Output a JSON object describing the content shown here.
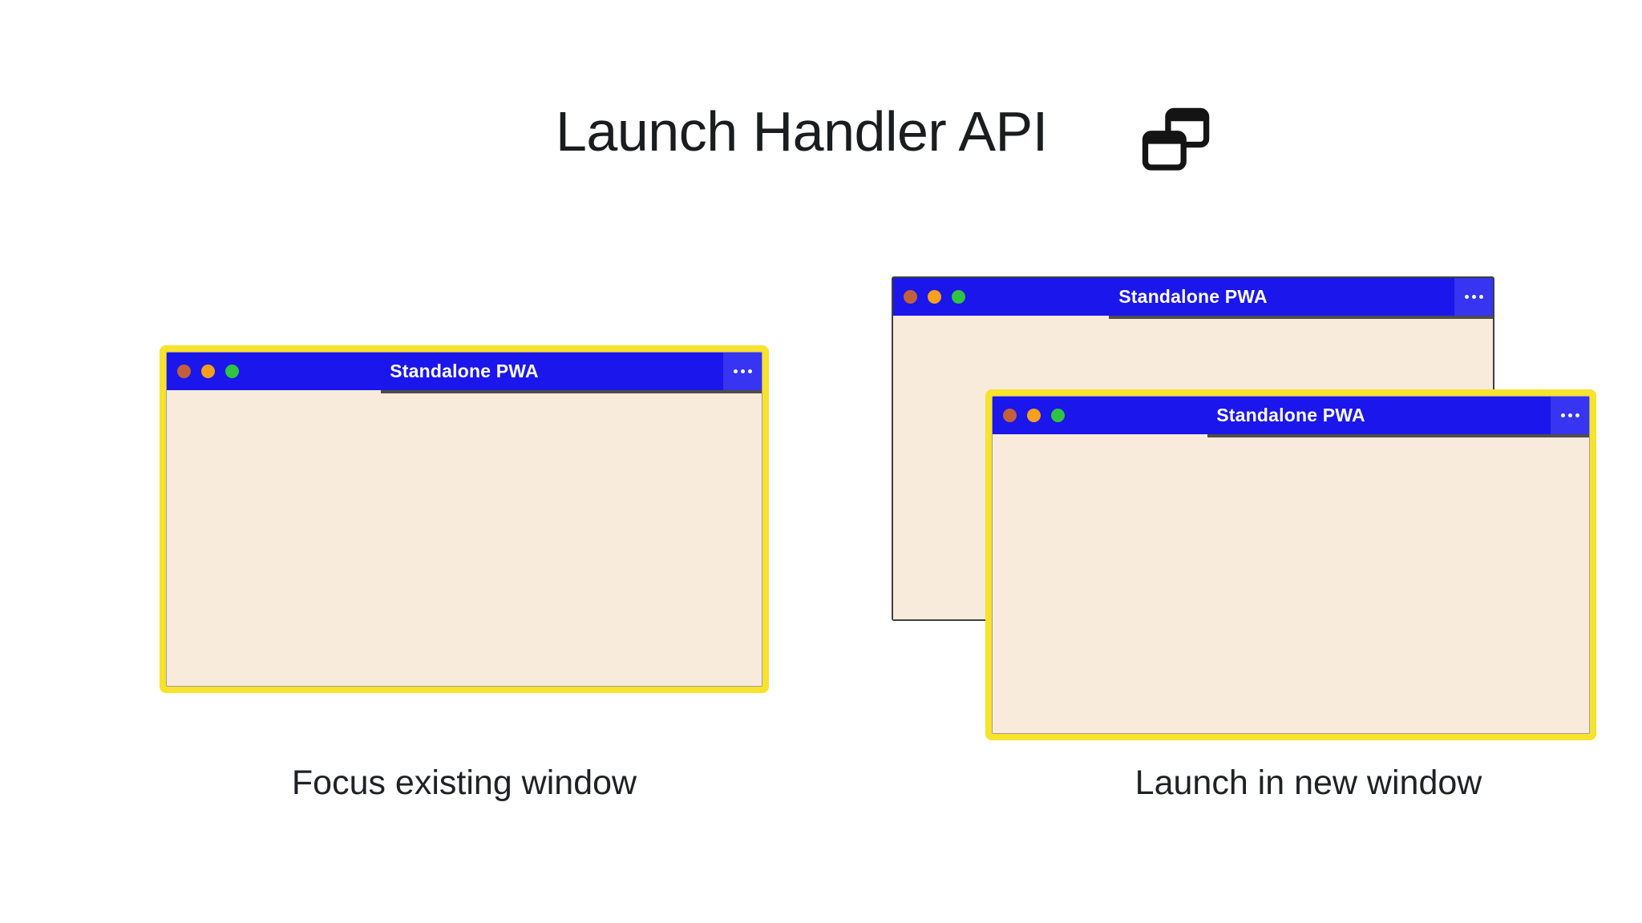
{
  "slide": {
    "title": "Launch Handler API",
    "title_icon": "overlapping-windows-icon"
  },
  "colors": {
    "titlebar_blue": "#1A16EC",
    "menu_segment_blue": "#3734F2",
    "window_body": "#F8EBDB",
    "highlight_yellow": "#F7E22D",
    "back_window_border": "#3F3F3F",
    "traffic_red": "#C2603B",
    "traffic_orange": "#F89F1B",
    "traffic_green": "#2FC441",
    "titlebar_text": "#FFFFFF",
    "text_dark": "#1F2125"
  },
  "left_panel": {
    "caption": "Focus existing window",
    "window": {
      "title": "Standalone PWA",
      "highlighted": true,
      "traffic_lights": [
        "red",
        "orange",
        "green"
      ],
      "menu_icon": "ellipsis"
    }
  },
  "right_panel": {
    "caption": "Launch in new window",
    "back_window": {
      "title": "Standalone PWA",
      "highlighted": false,
      "traffic_lights": [
        "red",
        "orange",
        "green"
      ],
      "menu_icon": "ellipsis"
    },
    "front_window": {
      "title": "Standalone PWA",
      "highlighted": true,
      "traffic_lights": [
        "red",
        "orange",
        "green"
      ],
      "menu_icon": "ellipsis"
    }
  }
}
